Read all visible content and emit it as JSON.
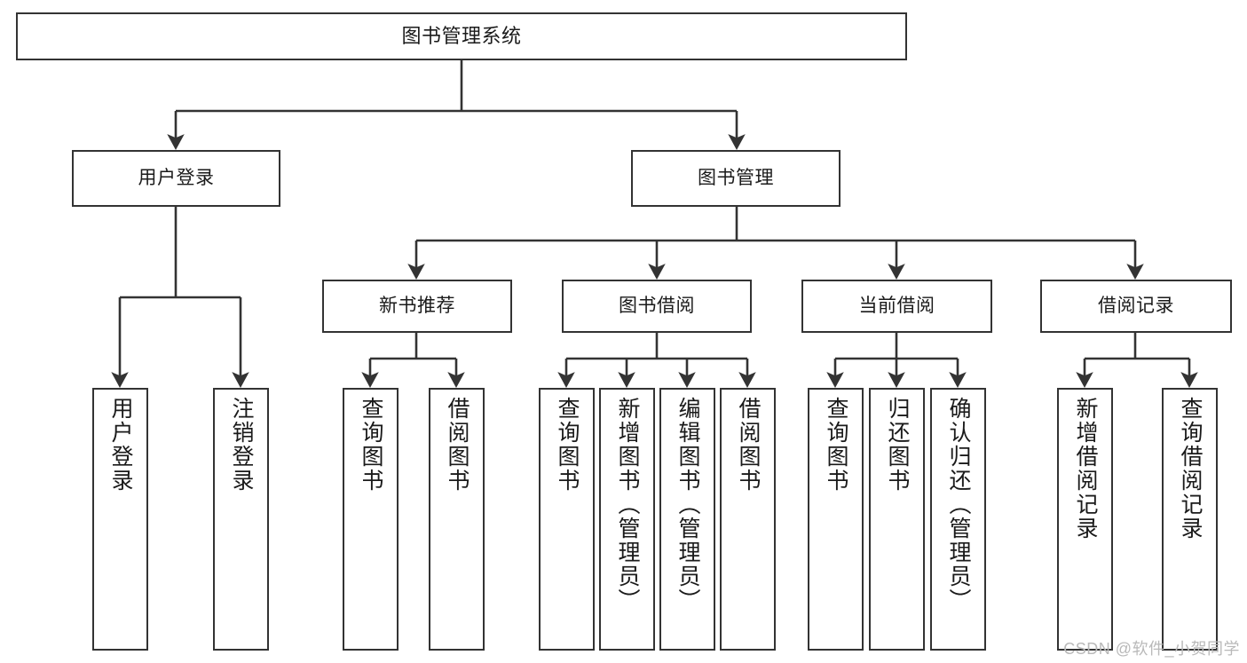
{
  "diagram": {
    "type": "tree",
    "title": "图书管理系统",
    "colors": {
      "box_border": "#333333",
      "box_fill": "#ffffff",
      "edge": "#333333",
      "text": "#1a1a1a",
      "watermark": "#b9b9b9",
      "background": "#ffffff"
    },
    "root": {
      "label": "图书管理系统"
    },
    "level2": [
      {
        "label": "用户登录"
      },
      {
        "label": "图书管理"
      }
    ],
    "level3": [
      {
        "label": "新书推荐"
      },
      {
        "label": "图书借阅"
      },
      {
        "label": "当前借阅"
      },
      {
        "label": "借阅记录"
      }
    ],
    "leaves": {
      "user_login": [
        {
          "label": "用户登录"
        },
        {
          "label": "注销登录"
        }
      ],
      "new_book_recommend": [
        {
          "label": "查询图书"
        },
        {
          "label": "借阅图书"
        }
      ],
      "book_borrow": [
        {
          "label": "查询图书"
        },
        {
          "label": "新增图书（管理员）"
        },
        {
          "label": "编辑图书（管理员）"
        },
        {
          "label": "借阅图书"
        }
      ],
      "current_borrow": [
        {
          "label": "查询图书"
        },
        {
          "label": "归还图书"
        },
        {
          "label": "确认归还（管理员）"
        }
      ],
      "borrow_record": [
        {
          "label": "新增借阅记录"
        },
        {
          "label": "查询借阅记录"
        }
      ]
    }
  },
  "watermark": {
    "text": "CSDN @软件_小贺同学"
  }
}
